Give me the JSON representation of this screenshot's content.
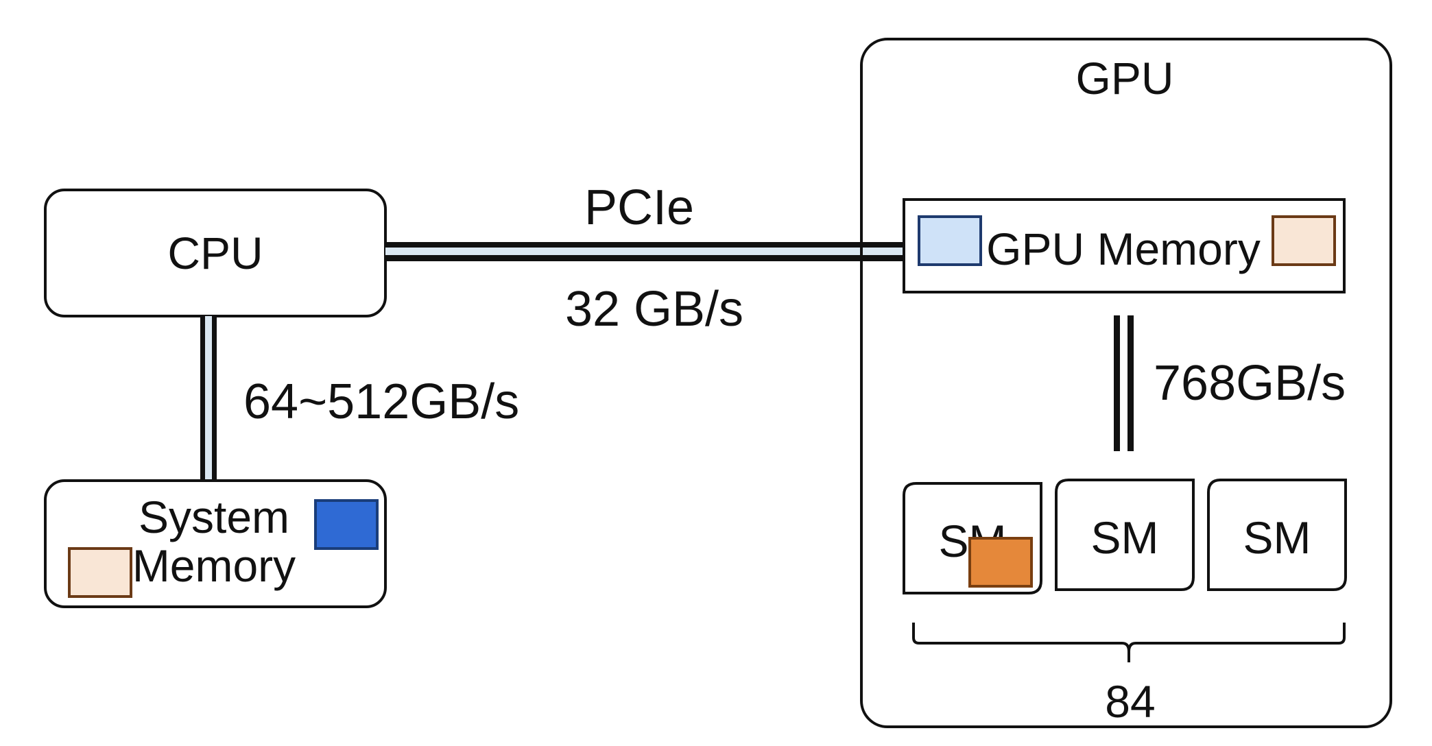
{
  "labels": {
    "cpu": "CPU",
    "system_memory_line1": "System",
    "system_memory_line2": "Memory",
    "gpu": "GPU",
    "gpu_memory": "GPU Memory",
    "sm": "SM",
    "sm_count": "84"
  },
  "links": {
    "pcie_name": "PCIe",
    "pcie_bandwidth": "32 GB/s",
    "cpu_memory_bandwidth": "64~512GB/s",
    "gpu_memory_bandwidth": "768GB/s"
  },
  "colors": {
    "light_blue_fill": "#cfe2f8",
    "light_blue_stroke": "#1e3a6e",
    "blue_fill": "#2f6ad4",
    "blue_stroke": "#1a3d7a",
    "peach_fill": "#f9e6d6",
    "peach_stroke": "#6b3a16",
    "orange_fill": "#e5883a",
    "orange_stroke": "#7a3f10",
    "link_inner": "#dbe8f2"
  }
}
